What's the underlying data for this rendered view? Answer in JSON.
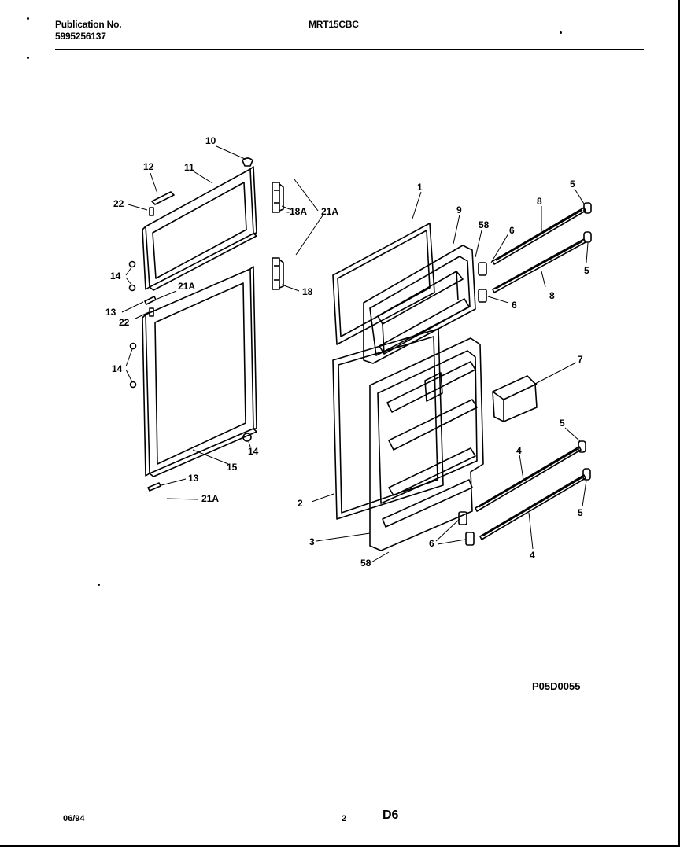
{
  "header": {
    "publication_label": "Publication No.",
    "publication_number": "5995256137",
    "model": "MRT15CBC"
  },
  "diagram_code": "P05D0055",
  "footer": {
    "date": "06/94",
    "page": "2",
    "section": "D6"
  },
  "callouts": {
    "c1": "1",
    "c2": "2",
    "c3": "3",
    "c4a": "4",
    "c4b": "4",
    "c5a": "5",
    "c5b": "5",
    "c5c": "5",
    "c5d": "5",
    "c6a": "6",
    "c6b": "6",
    "c6c": "6",
    "c7": "7",
    "c8a": "8",
    "c8b": "8",
    "c9": "9",
    "c10": "10",
    "c11": "11",
    "c12": "12",
    "c13a": "13",
    "c13b": "13",
    "c14a": "14",
    "c14b": "14",
    "c14c": "14",
    "c15": "15",
    "c18": "18",
    "c18a": "18A",
    "c21a_top": "21A",
    "c21a_mid": "21A",
    "c21a_bot": "21A",
    "c22a": "22",
    "c22b": "22",
    "c58a": "58",
    "c58b": "58"
  }
}
